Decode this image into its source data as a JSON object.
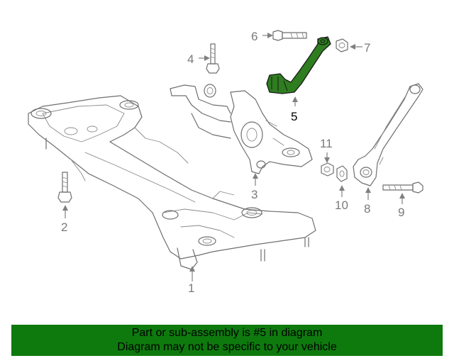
{
  "diagram": {
    "labels": [
      "1",
      "2",
      "3",
      "4",
      "5",
      "6",
      "7",
      "8",
      "9",
      "10",
      "11"
    ],
    "highlighted": "5",
    "highlight_color": "#2e7d1f"
  },
  "banner": {
    "line1": "Part or sub-assembly is #5 in diagram",
    "line2": "Diagram may not be specific to your vehicle",
    "background": "#0e7a0e"
  }
}
